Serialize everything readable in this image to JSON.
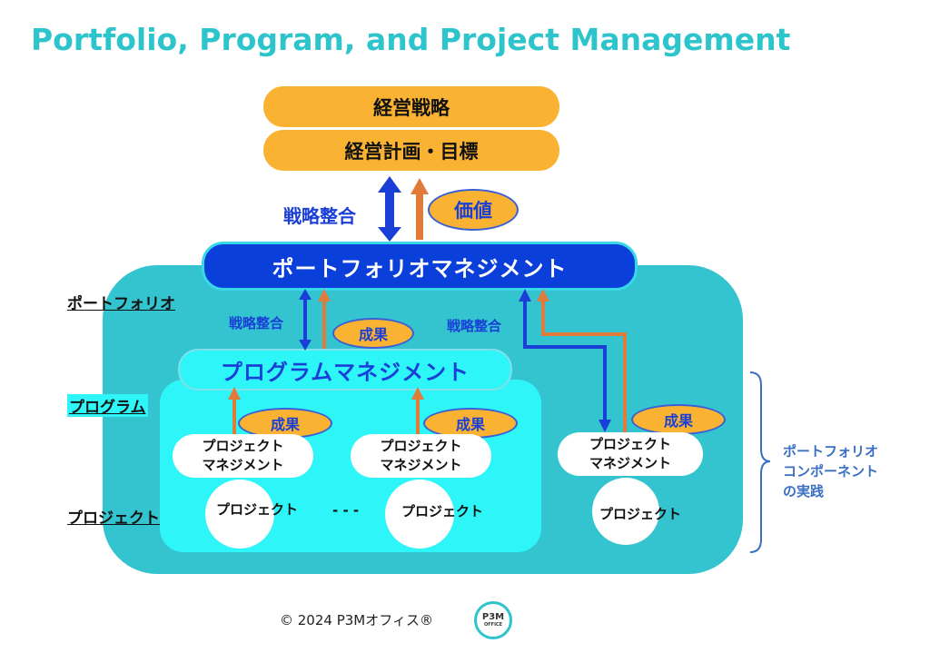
{
  "title": "Portfolio, Program, and Project Management",
  "top": {
    "strategy": "経営戦略",
    "plan": "経営計画・目標"
  },
  "labels": {
    "strategic_alignment": "戦略整合",
    "value": "価値",
    "results": "成果"
  },
  "portfolio_management": "ポートフォリオマネジメント",
  "program_management": "プログラムマネジメント",
  "project_management": {
    "line1": "プロジェクト",
    "line2": "マネジメント"
  },
  "project": "プロジェクト",
  "ellipsis": "- - -",
  "side_labels": {
    "portfolio": "ポートフォリオ",
    "program": "プログラム",
    "project": "プロジェクト"
  },
  "component_practice": {
    "line1": "ポートフォリオ",
    "line2": "コンポーネント",
    "line3": "の実践"
  },
  "footer": "© 2024 P3Mオフィス®",
  "logo": {
    "main": "P3M",
    "sub": "OFFICE"
  },
  "colors": {
    "title": "#2ec4cc",
    "orange": "#f9b232",
    "portfolio_bg": "#33c4cf",
    "program_bg": "#2ef5f8",
    "pm_bar": "#0a3fd9",
    "blue_arrow": "#1a3fd6",
    "orange_arrow": "#e07b39"
  }
}
